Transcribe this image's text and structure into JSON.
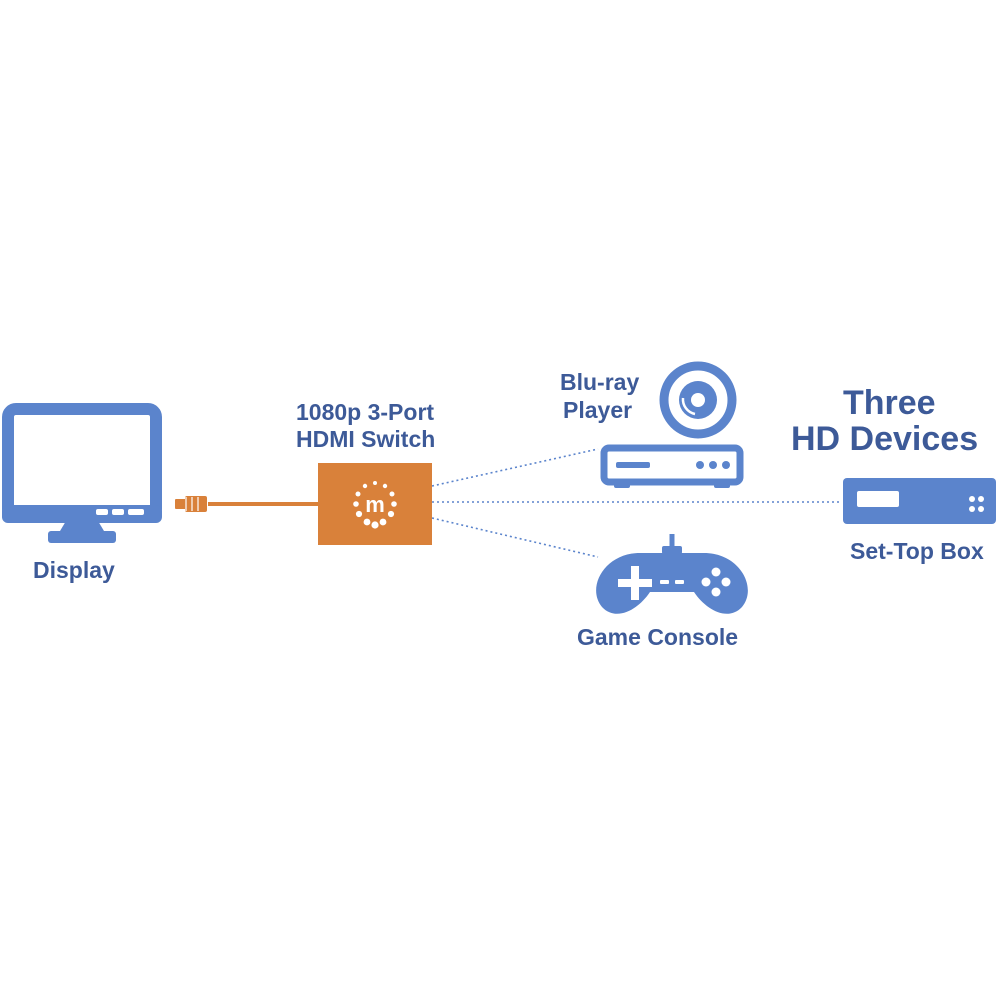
{
  "colors": {
    "device": "#5b84cc",
    "text": "#3d5a98",
    "switch": "#d9813a",
    "link_line": "#5b84cc",
    "background": "#ffffff"
  },
  "display": {
    "label": "Display",
    "icon": "monitor-icon"
  },
  "switch": {
    "label_line1": "1080p 3-Port",
    "label_line2": "HDMI Switch",
    "logo": "m",
    "icon": "hdmi-switch-icon"
  },
  "bluray": {
    "label_line1": "Blu-ray",
    "label_line2": "Player",
    "icon": "bluray-player-icon"
  },
  "heading": {
    "line1": "Three",
    "line2": "HD Devices"
  },
  "settop": {
    "label": "Set-Top Box",
    "icon": "set-top-box-icon"
  },
  "console": {
    "label": "Game Console",
    "icon": "gamepad-icon"
  }
}
